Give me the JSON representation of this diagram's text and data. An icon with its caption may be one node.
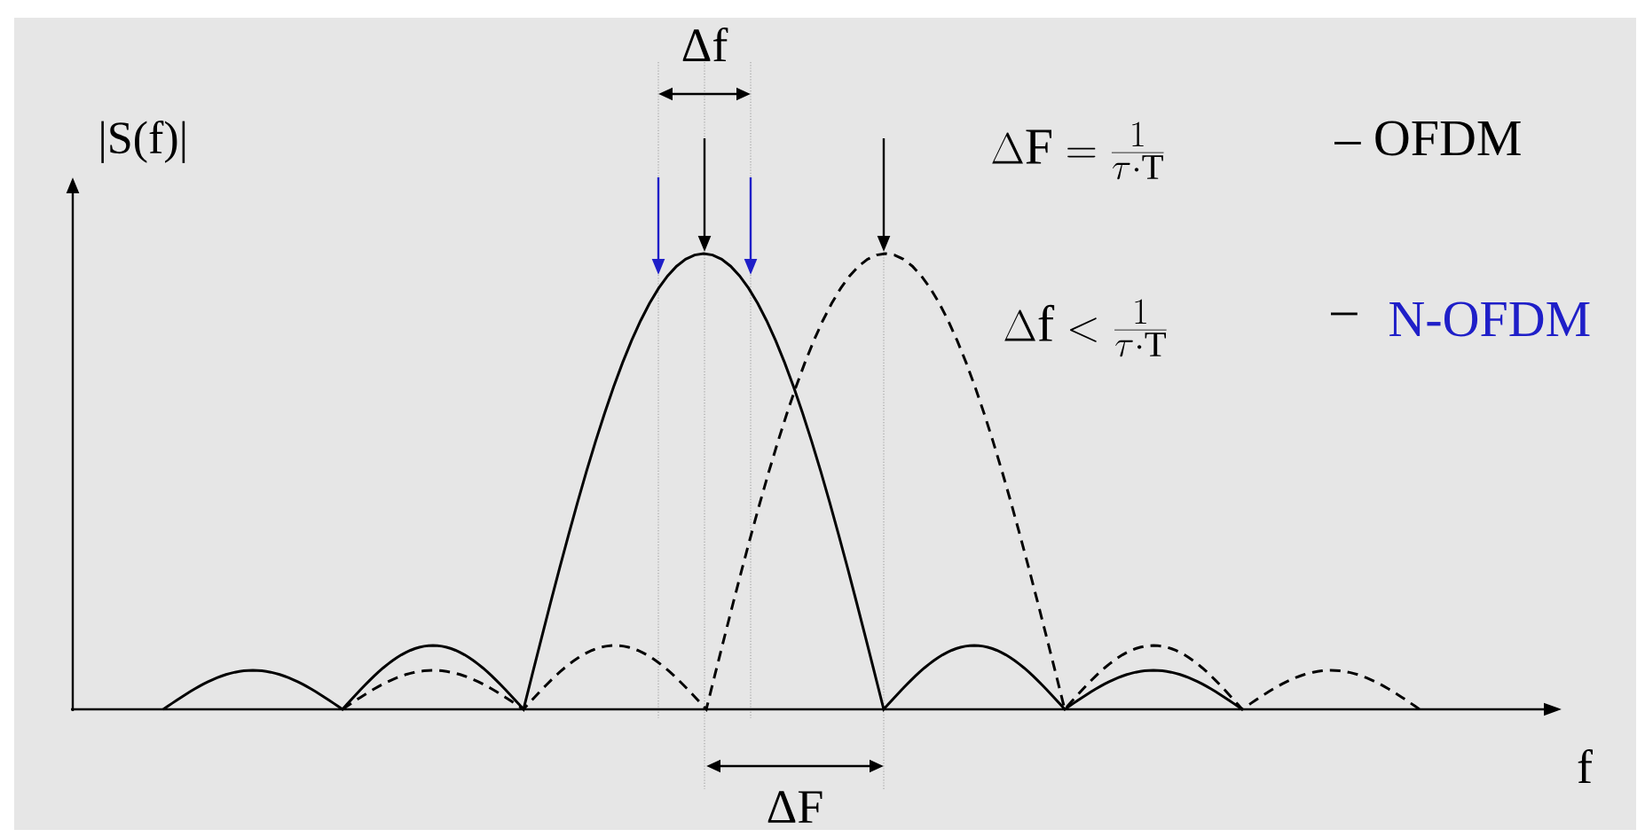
{
  "diagram": {
    "labels": [
      "Δf",
      "|S(f)|",
      "\\Delta \\mathrm{F} = \\frac{1}{\\tau \\cdot \\mathrm{T}}",
      "– OFDM",
      "\\Delta \\mathrm{f} < \\frac{1}{\\tau \\cdot \\mathrm{T}}",
      "–",
      "N-OFDM",
      "f",
      "ΔF"
    ]
  }
}
